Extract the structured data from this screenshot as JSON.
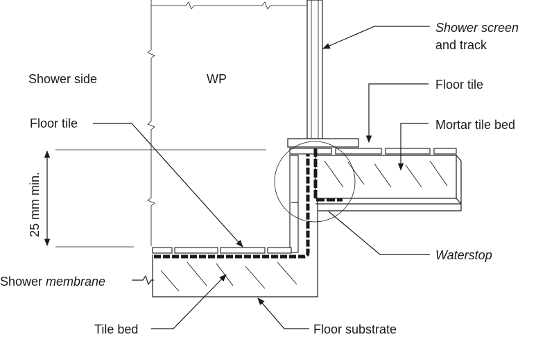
{
  "labels": {
    "shower_screen": "Shower screen",
    "and_track": "and track",
    "shower_side": "Shower side",
    "wp": "WP",
    "floor_tile_right": "Floor tile",
    "floor_tile_left": "Floor tile",
    "mortar_tile_bed": "Mortar tile bed",
    "dimension": "25 mm min.",
    "waterstop": "Waterstop",
    "shower_prefix": "Shower",
    "membrane": "membrane",
    "tile_bed": "Tile bed",
    "floor_substrate": "Floor substrate"
  },
  "colors": {
    "line": "#1a1a1a",
    "background": "#ffffff"
  }
}
